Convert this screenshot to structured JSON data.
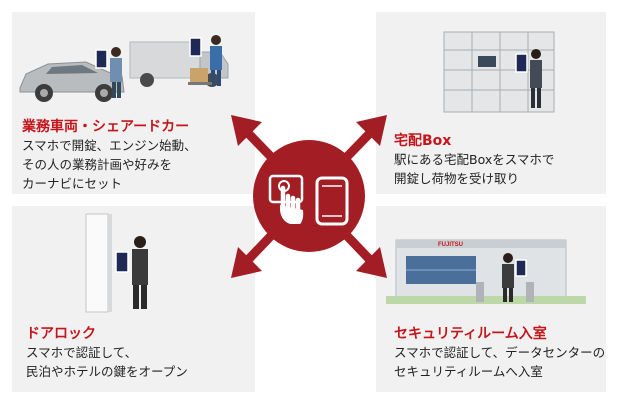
{
  "panels": {
    "vehicle": {
      "title": "業務車両・シェアードカー",
      "lines": [
        "スマホで開錠、エンジン始動、",
        "その人の業務計画や好みを",
        "カーナビにセット"
      ]
    },
    "delivery_box": {
      "title": "宅配Box",
      "lines": [
        "駅にある宅配Boxをスマホで",
        "開錠し荷物を受け取り"
      ]
    },
    "door_lock": {
      "title": "ドアロック",
      "lines": [
        "スマホで認証して、",
        "民泊やホテルの鍵をオープン"
      ]
    },
    "security_room": {
      "title": "セキュリティルーム入室",
      "lines": [
        "スマホで認証して、データセンターの",
        "セキュリティルームへ入室"
      ],
      "building_sign": "FUJITSU"
    }
  },
  "colors": {
    "accent": "#a31d24",
    "title_red": "#c4161c",
    "panel_bg": "#f1f1f1"
  },
  "icons": [
    "finger-tap-icon",
    "smartphone-icon"
  ]
}
